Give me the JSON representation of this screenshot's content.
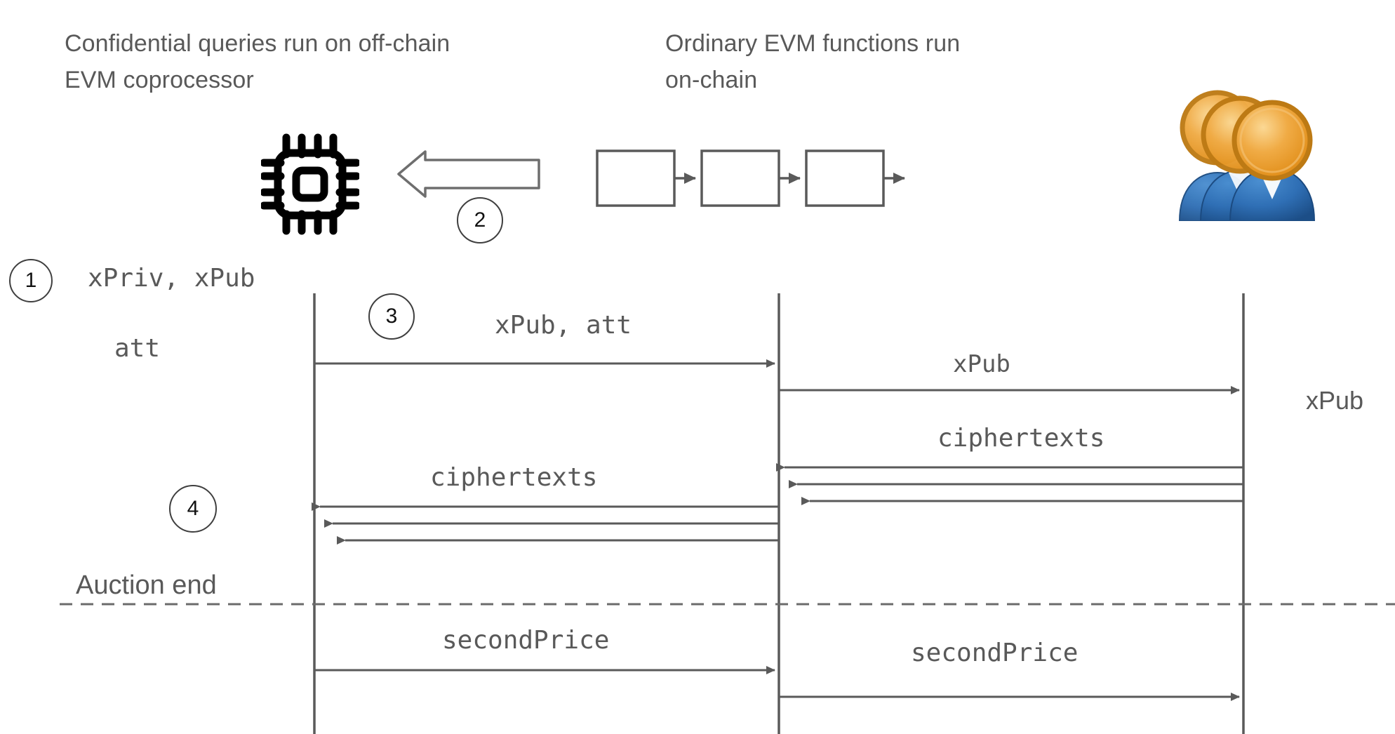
{
  "headers": {
    "left": "Confidential queries run on off-chain\nEVM coprocessor",
    "right": "Ordinary EVM functions run\non-chain"
  },
  "icons": {
    "coprocessor": "cpu-chip-icon",
    "bidders": "users-group-icon",
    "block_arrow": "block-arrow-left-icon"
  },
  "blockchain": {
    "blocks": [
      "",
      "",
      ""
    ],
    "block_count": 3
  },
  "markers": {
    "one": "1",
    "two": "2",
    "three": "3",
    "four": "4"
  },
  "labels": {
    "keypair": "xPriv, xPub",
    "attestation": "att",
    "xpub_att": "xPub, att",
    "xpub_chain": "xPub",
    "xpub_bidders": "xPub",
    "ciphertexts_left": "ciphertexts",
    "ciphertexts_right": "ciphertexts",
    "auction_end": "Auction end",
    "second_price_left": "secondPrice",
    "second_price_right": "secondPrice"
  },
  "colors": {
    "text_gray": "#595959",
    "line_gray": "#5a5a5a",
    "marker_stroke": "#3f3f3f",
    "user_head": "#e9a13b",
    "user_head_dark": "#c77d19",
    "user_body": "#2f6fb5",
    "user_body_dark": "#1f4f86",
    "chip_black": "#000000",
    "dashed_gray": "#6b6b6b"
  },
  "lifelines": {
    "count": 3,
    "x_positions": [
      448,
      1110,
      1772
    ]
  }
}
